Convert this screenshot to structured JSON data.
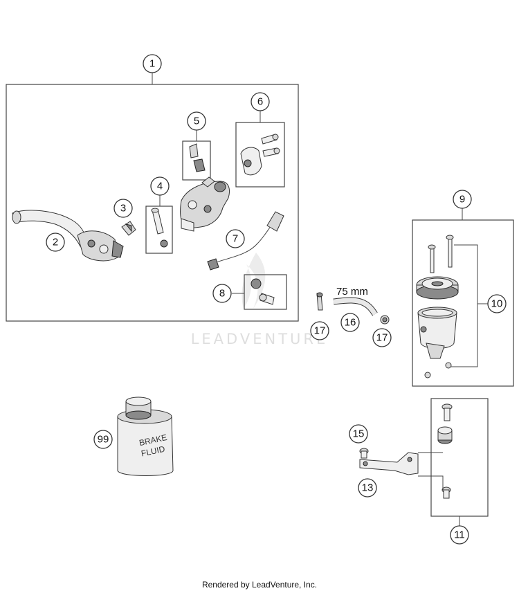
{
  "callouts": {
    "c1": "1",
    "c2": "2",
    "c3": "3",
    "c4": "4",
    "c5": "5",
    "c6": "6",
    "c7": "7",
    "c8": "8",
    "c9": "9",
    "c10": "10",
    "c11": "11",
    "c13": "13",
    "c15": "15",
    "c16": "16",
    "c17a": "17",
    "c17b": "17",
    "c99": "99"
  },
  "hose_length_label": "75 mm",
  "bottle_label": {
    "line1": "BRAKE",
    "line2": "FLUID"
  },
  "watermark": "LEADVENTURE",
  "credit": "Rendered by LeadVenture, Inc."
}
